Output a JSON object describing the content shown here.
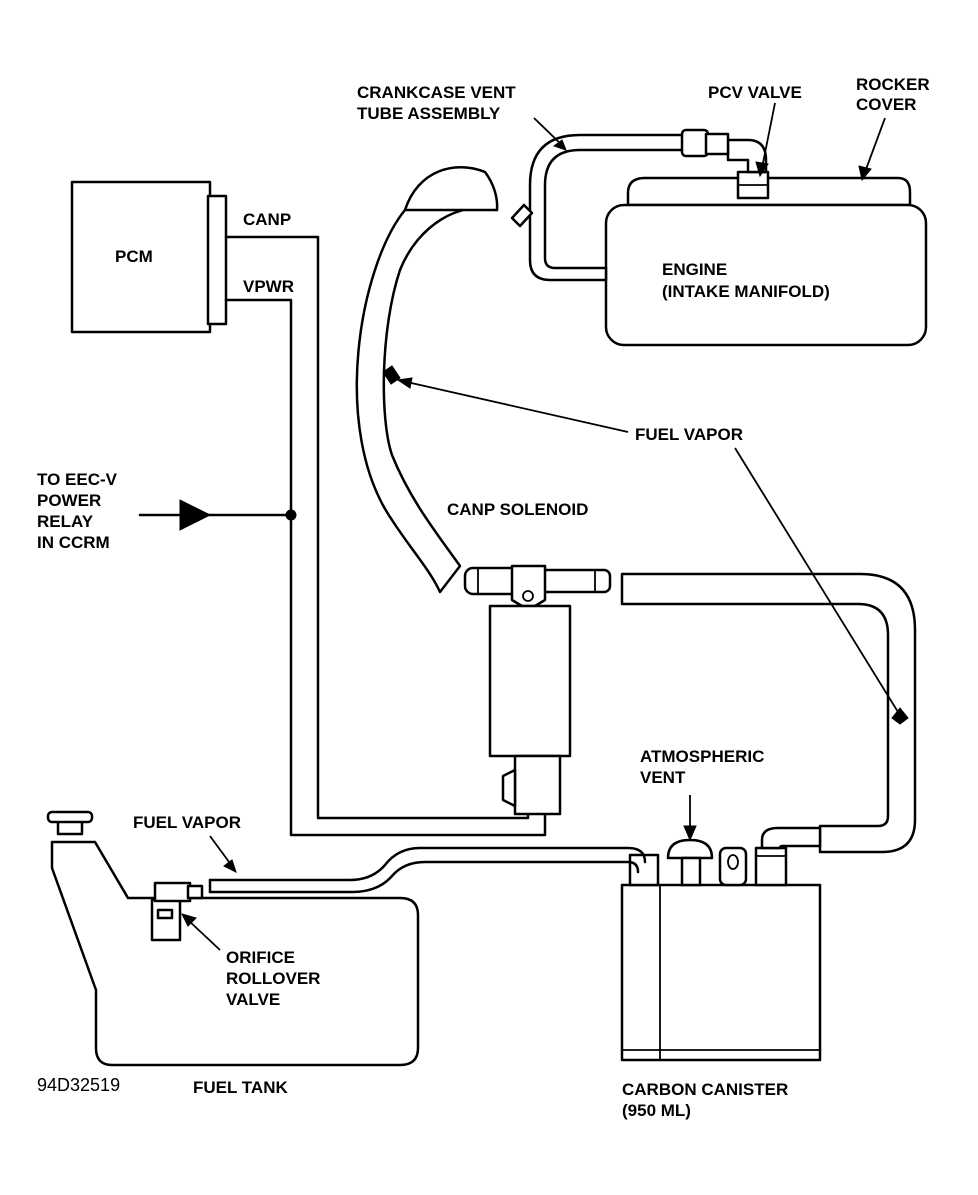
{
  "diagram": {
    "labels": {
      "crankcase_vent_1": "CRANKCASE VENT",
      "crankcase_vent_2": "TUBE ASSEMBLY",
      "pcv_valve": "PCV VALVE",
      "rocker_1": "ROCKER",
      "rocker_2": "COVER",
      "pcm": "PCM",
      "canp": "CANP",
      "vpwr": "VPWR",
      "engine_1": "ENGINE",
      "engine_2": "(INTAKE MANIFOLD)",
      "fuel_vapor_upper": "FUEL VAPOR",
      "eec_1": "TO EEC-V",
      "eec_2": "POWER",
      "eec_3": "RELAY",
      "eec_4": "IN CCRM",
      "canp_solenoid": "CANP SOLENOID",
      "atmospheric_1": "ATMOSPHERIC",
      "atmospheric_2": "VENT",
      "fuel_vapor_lower": "FUEL VAPOR",
      "orifice_1": "ORIFICE",
      "orifice_2": "ROLLOVER",
      "orifice_3": "VALVE",
      "figure_code": "94D32519",
      "fuel_tank": "FUEL TANK",
      "canister_1": "CARBON CANISTER",
      "canister_2": "(950 ML)"
    }
  }
}
